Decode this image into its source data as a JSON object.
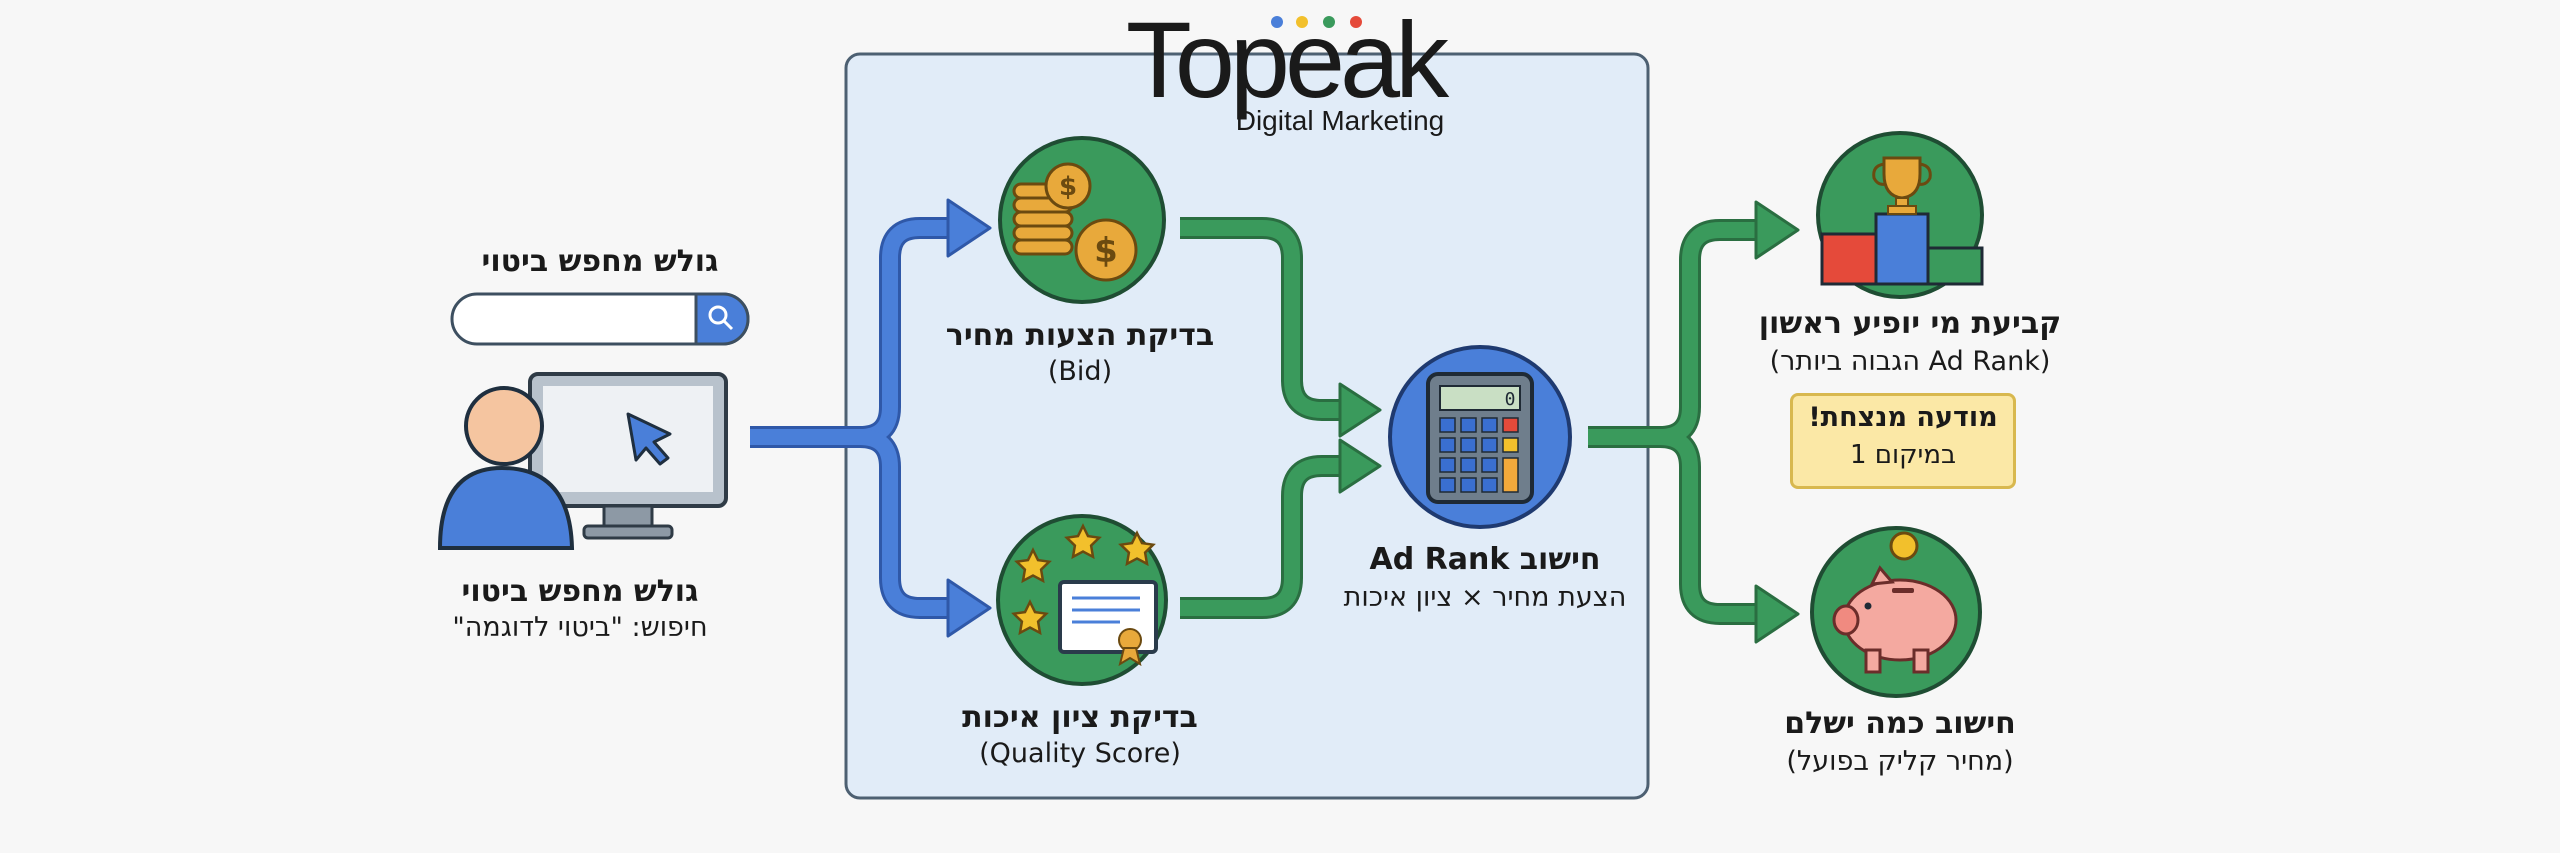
{
  "logo": {
    "title": "Topeak",
    "subtitle": "Digital Marketing"
  },
  "user": {
    "search_label": "גולש מחפש ביטוי",
    "title": "גולש מחפש ביטוי",
    "query": "חיפוש: \"ביטוי לדוגמה\""
  },
  "bid": {
    "title": "בדיקת הצעות מחיר",
    "sub": "(Bid)"
  },
  "quality": {
    "title": "בדיקת ציון איכות",
    "sub": "(Quality Score)"
  },
  "adrank": {
    "title": "חישוב Ad Rank",
    "sub": "הצעת מחיר × ציון איכות"
  },
  "winner": {
    "title": "קביעת מי יופיע ראשון",
    "sub": "(Ad Rank הגבוה ביותר)",
    "badge_title": "מודעה מנצחת!",
    "badge_sub": "במיקום 1"
  },
  "payment": {
    "title": "חישוב כמה ישלם",
    "sub": "(מחיר קליק בפועל)"
  },
  "colors": {
    "blue": "#4a7fd9",
    "green": "#3a9a5c",
    "panel": "#e1ecf8",
    "gold": "#e8a93b"
  }
}
